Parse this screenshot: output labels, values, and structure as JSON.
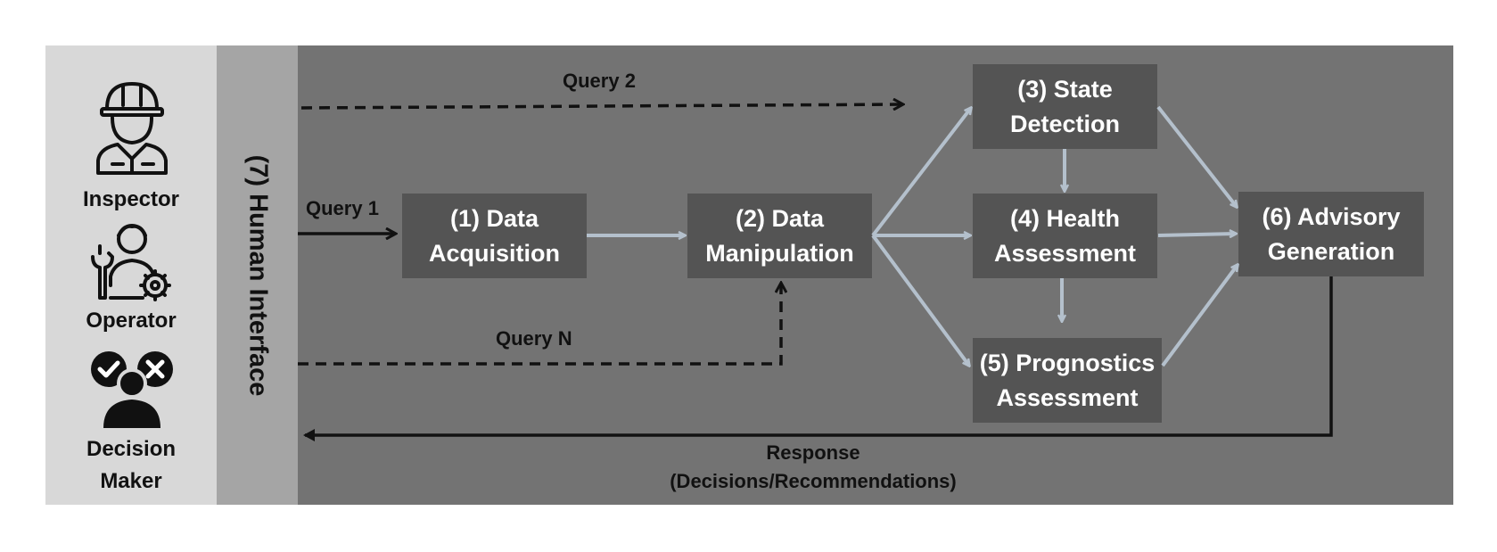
{
  "users": [
    {
      "label": "Inspector",
      "icon": "inspector-hardhat-icon"
    },
    {
      "label": "Operator",
      "icon": "operator-wrench-gear-icon"
    },
    {
      "label": "Decision\nMaker",
      "icon": "decision-maker-check-cross-icon"
    }
  ],
  "human_interface": {
    "label": "(7) Human Interface"
  },
  "nodes": {
    "data_acquisition": "(1) Data\nAcquisition",
    "data_manipulation": "(2) Data\nManipulation",
    "state_detection": "(3) State\nDetection",
    "health_assessment": "(4) Health\nAssessment",
    "prognostics_assessment": "(5) Prognostics\nAssessment",
    "advisory_generation": "(6) Advisory\nGeneration"
  },
  "queries": {
    "query_1": "Query 1",
    "query_2": "Query 2",
    "query_n": "Query N"
  },
  "response": {
    "label": "Response\n(Decisions/Recommendations)"
  },
  "colors": {
    "users_panel": "#d8d8d8",
    "interface_panel": "#a5a5a5",
    "main_panel": "#737373",
    "node_fill": "#545454",
    "flow_arrow": "#b4c0cc",
    "query_arrow": "#111111"
  }
}
